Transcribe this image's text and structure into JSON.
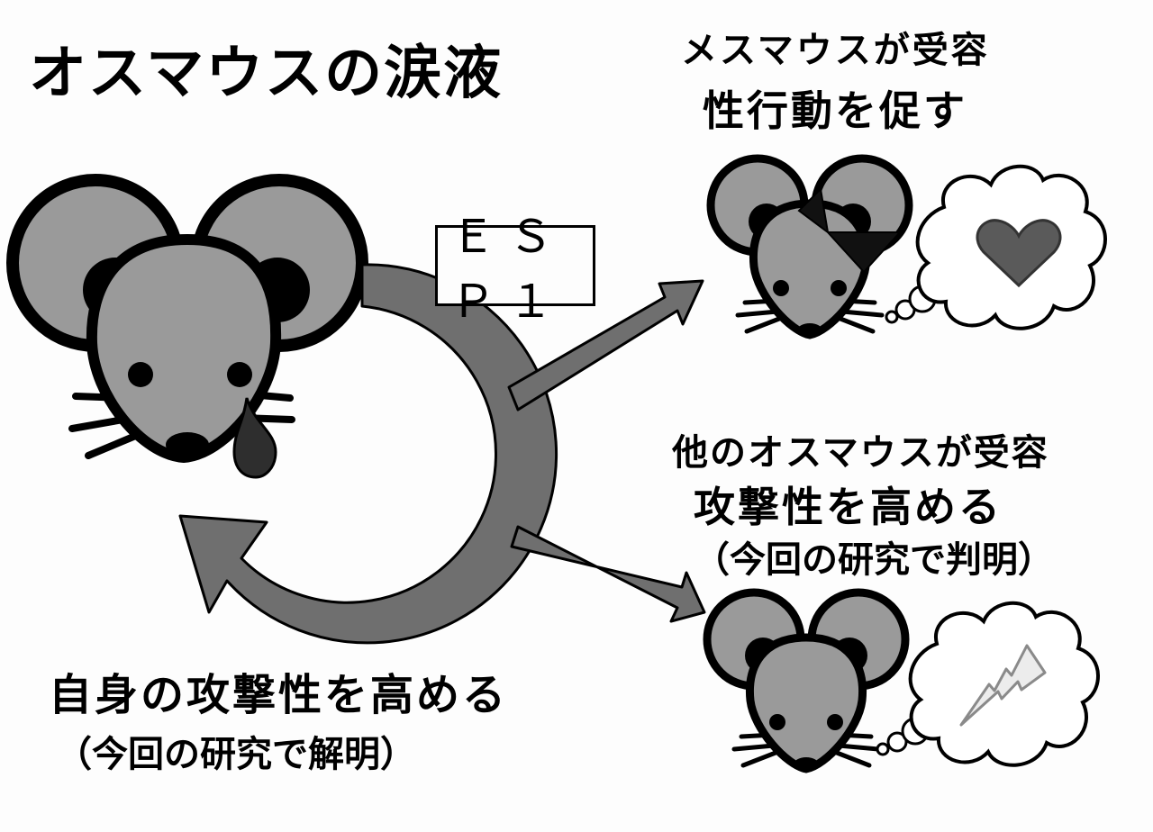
{
  "title": "オスマウスの涙液",
  "molecule": {
    "label": "ＥＳＰ１"
  },
  "female_effect": {
    "line1": "メスマウスが受容",
    "line2": "性行動を促す",
    "thought_icon": "heart-icon"
  },
  "male_effect": {
    "line1": "他のオスマウスが受容",
    "line2": "攻撃性を高める",
    "line3": "（今回の研究で判明）",
    "thought_icon": "lightning-icon"
  },
  "self_effect": {
    "line1": "自身の攻撃性を高める",
    "line2": "（今回の研究で解明）"
  },
  "colors": {
    "background": "#fdfdfd",
    "mouse_fill": "#9a9a9a",
    "arrow_fill": "#6f6f6f",
    "tear_fill": "#2e2e2e",
    "heart_fill": "#5a5a5a",
    "bow_fill": "#111111",
    "lightning_fill": "#ececec",
    "lightning_stroke": "#8a8a8a",
    "outline": "#000000"
  }
}
